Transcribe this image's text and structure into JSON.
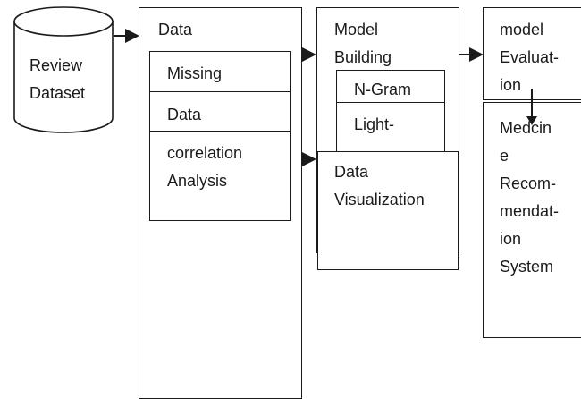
{
  "diagram": {
    "review_dataset": "Review\nDataset",
    "data": {
      "title": "Data",
      "missing": "Missing",
      "data_item": "Data",
      "correlation": "correlation\nAnalysis"
    },
    "model_building": {
      "title": "Model\nBuilding",
      "ngram": "N-Gram",
      "light": "Light-\n…"
    },
    "data_visualization": "Data\nVisualization",
    "model_evaluation": "model\nEvaluat-\nion",
    "medicine": "Medcin\ne\nRecom-\nmendat-\nion\nSystem"
  }
}
